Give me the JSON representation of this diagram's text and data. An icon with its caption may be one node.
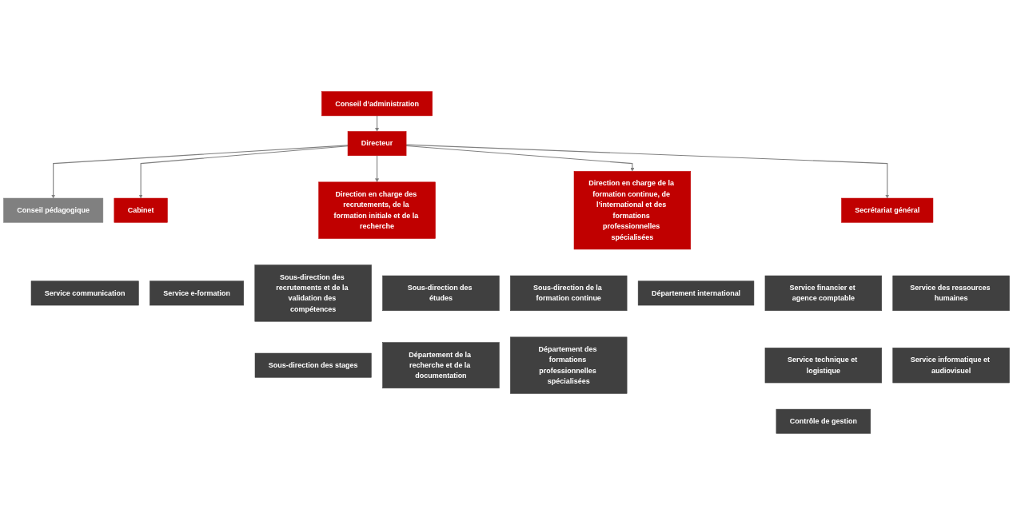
{
  "diagram": {
    "nodes": [
      {
        "text": [
          "Conseil d’administration"
        ]
      },
      {
        "text": [
          "Directeur"
        ]
      },
      {
        "text": [
          "Conseil pédagogique"
        ]
      },
      {
        "text": [
          "Cabinet"
        ]
      },
      {
        "text": [
          "Service communication"
        ]
      },
      {
        "text": [
          "Service e-formation"
        ]
      },
      {
        "text": [
          "Direction en charge des recrutements, de la formation initiale et de la recherche"
        ]
      },
      {
        "text": [
          "Direction en charge de la formation continue, de l’international et des formations professionnelles spécialisées"
        ]
      },
      {
        "text": [
          "Secrétariat général"
        ]
      },
      {
        "text": [
          "Sous-direction des recrutements et de la validation des compétences"
        ]
      },
      {
        "text": [
          "Sous-direction des études"
        ]
      },
      {
        "text": [
          "Sous-direction des stages"
        ]
      },
      {
        "text": [
          "Département de la recherche et de la documentation"
        ]
      },
      {
        "text": [
          "Sous-direction de la formation continue"
        ]
      },
      {
        "text": [
          "Département international"
        ]
      },
      {
        "text": [
          "Département des formations professionnelles spécialisées"
        ]
      },
      {
        "text": [
          "Service financier et agence comptable"
        ]
      },
      {
        "text": [
          "Service des ressources humaines"
        ]
      },
      {
        "text": [
          "Service technique et logistique"
        ]
      },
      {
        "text": [
          "Service informatique et audiovisuel"
        ]
      },
      {
        "text": [
          "Contrôle de gestion"
        ]
      }
    ],
    "edges": [
      {
        "from": 0,
        "to": 1,
        "arrow": "to"
      },
      {
        "from": 1,
        "to": 2,
        "arrow": "to"
      },
      {
        "from": 1,
        "to": 3,
        "arrow": "to"
      },
      {
        "from": 1,
        "to": 6,
        "arrow": "to"
      },
      {
        "from": 1,
        "to": 7,
        "arrow": "to"
      },
      {
        "from": 1,
        "to": 8,
        "arrow": "to"
      }
    ]
  }
}
